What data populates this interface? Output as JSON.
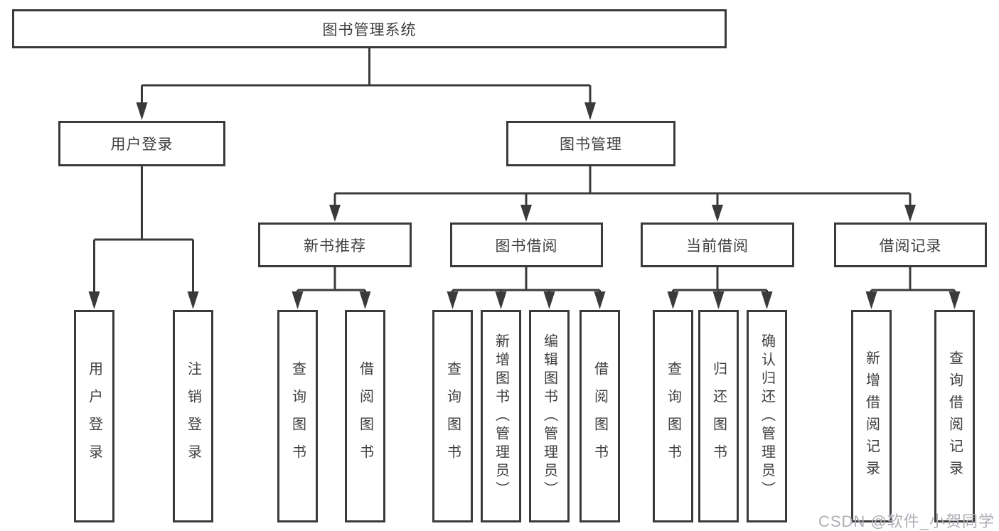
{
  "diagram": {
    "title": "图书管理系统",
    "colors": {
      "line": "#3a3a3a",
      "box_border": "#3a3a3a",
      "text": "#3f3f3f",
      "background": "#ffffff",
      "watermark": "#acafb4"
    },
    "nodes": {
      "root": "图书管理系统",
      "level1": [
        "用户登录",
        "图书管理"
      ],
      "level2": [
        "新书推荐",
        "图书借阅",
        "当前借阅",
        "借阅记录"
      ],
      "leaves": {
        "user_login": [
          "用户登录",
          "注销登录"
        ],
        "new_book_recommend": [
          "查询图书",
          "借阅图书"
        ],
        "book_borrow": [
          "查询图书",
          "新增图书（管理员）",
          "编辑图书（管理员）",
          "借阅图书"
        ],
        "current_borrow": [
          "查询图书",
          "归还图书",
          "确认归还（管理员）"
        ],
        "borrow_records": [
          "新增借阅记录",
          "查询借阅记录"
        ]
      }
    },
    "watermark": "CSDN @软件_小贺同学"
  }
}
